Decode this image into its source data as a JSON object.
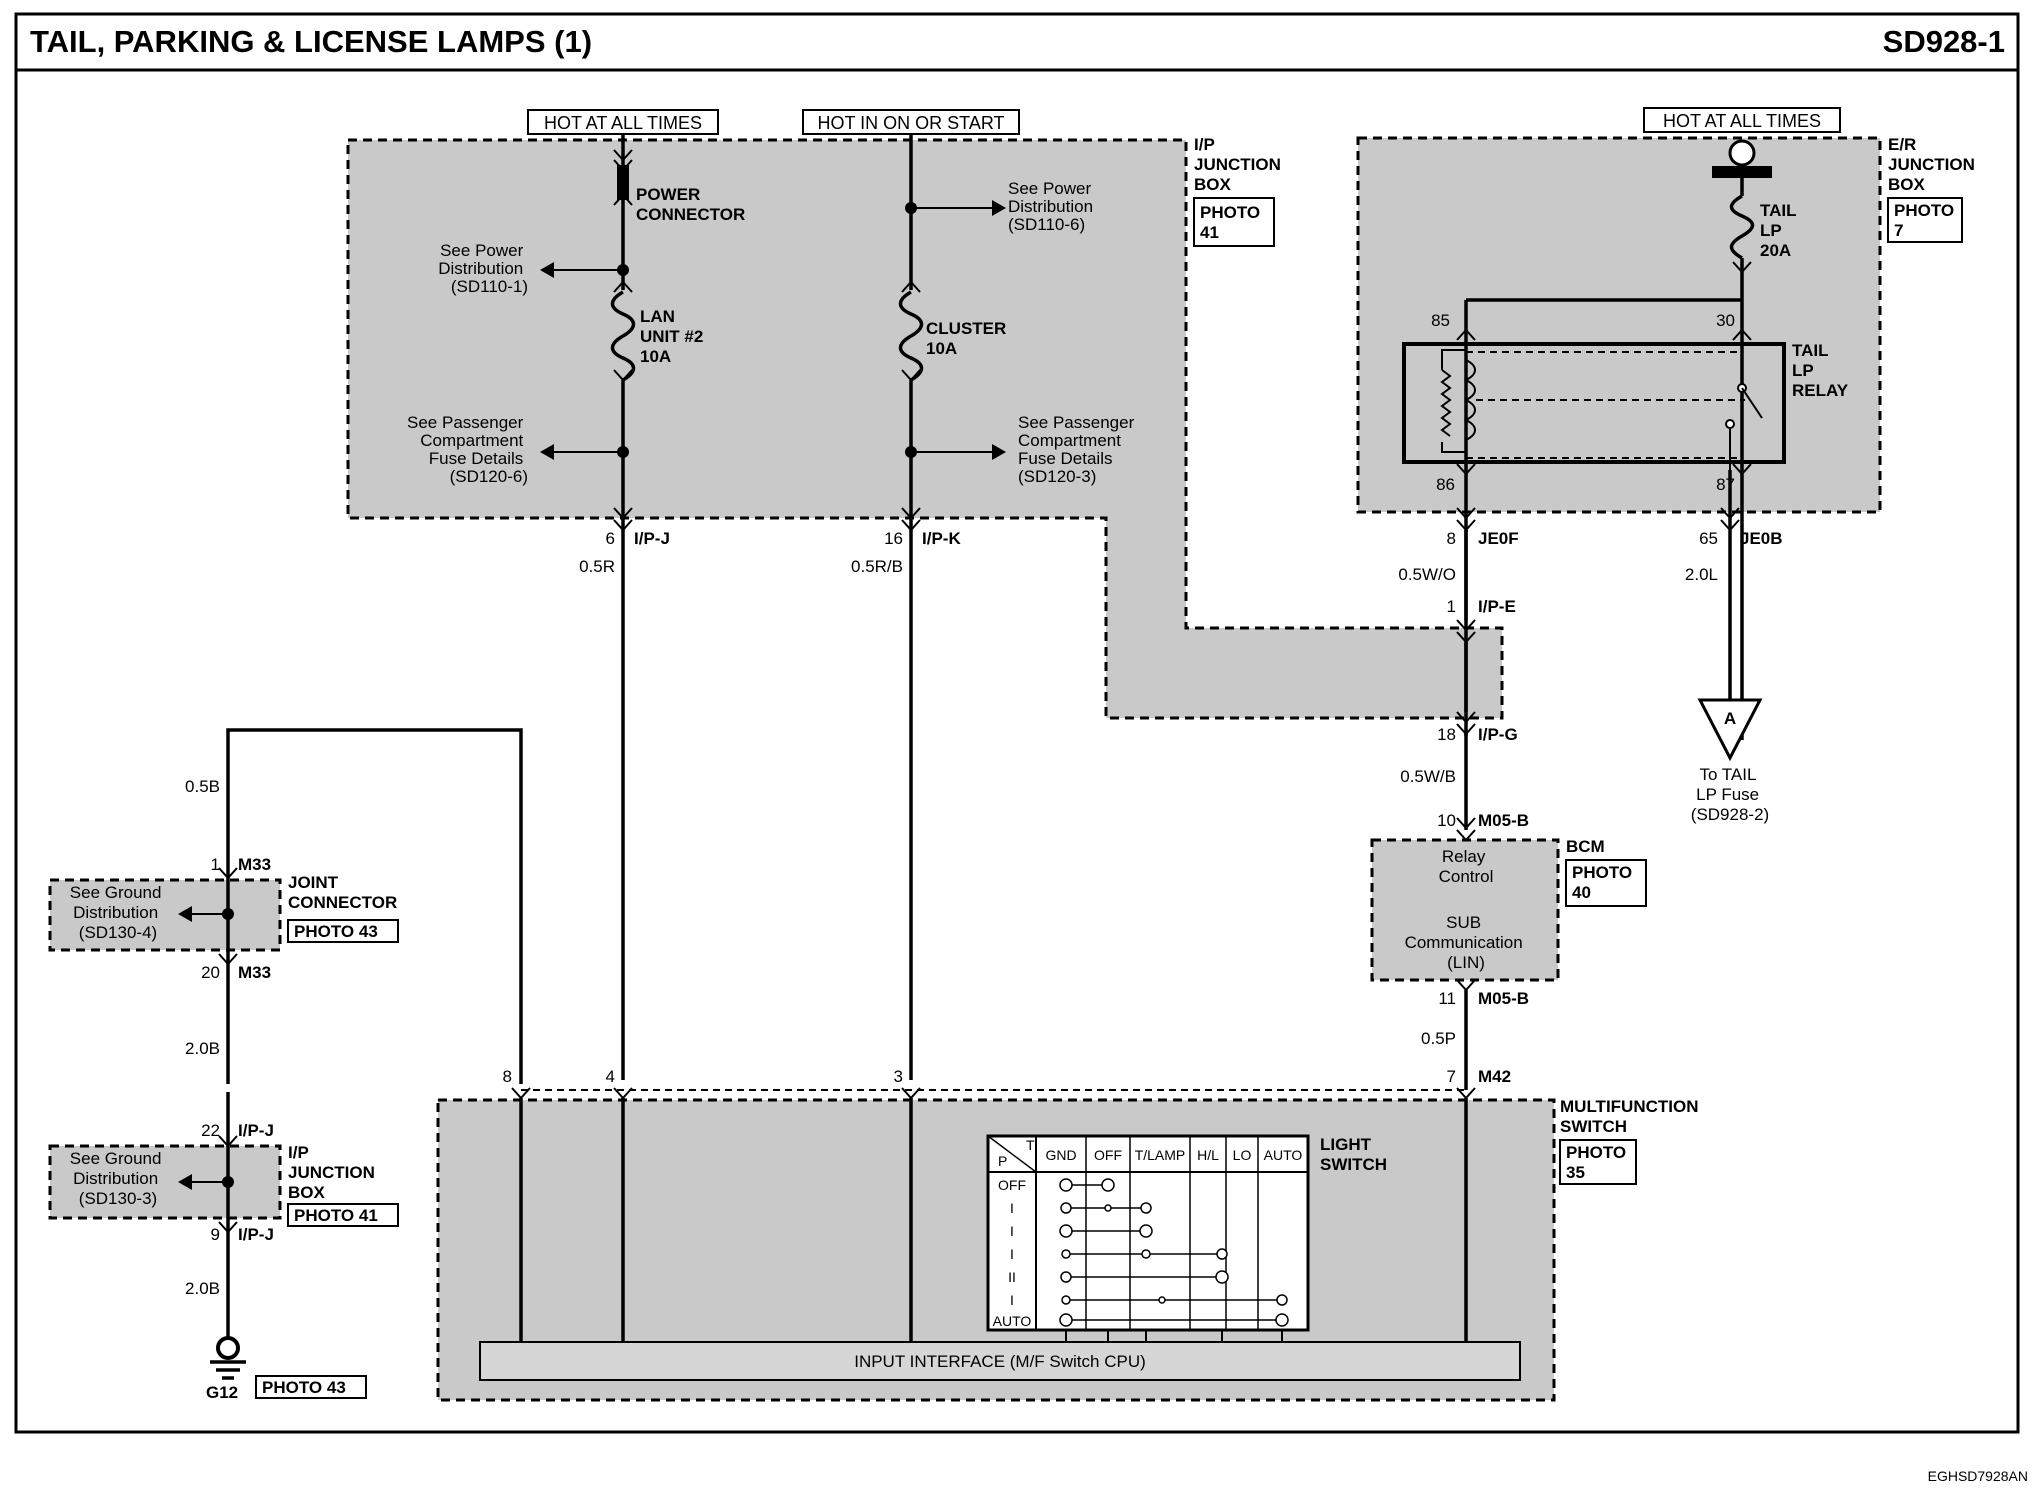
{
  "header": {
    "title": "TAIL, PARKING & LICENSE LAMPS (1)",
    "code": "SD928-1"
  },
  "footer_code": "EGHSD7928AN",
  "hot_labels": {
    "hot_all_1": "HOT AT ALL TIMES",
    "hot_on_start": "HOT IN ON OR START",
    "hot_all_2": "HOT AT ALL TIMES"
  },
  "ip_junction_box": {
    "name_lines": [
      "I/P",
      "JUNCTION",
      "BOX"
    ],
    "photo_lines": [
      "PHOTO",
      "41"
    ],
    "power_connector_lines": [
      "POWER",
      "CONNECTOR"
    ],
    "see_power_left_lines": [
      "See Power",
      "Distribution",
      "(SD110-1)"
    ],
    "see_power_right_lines": [
      "See Power",
      "Distribution",
      "(SD110-6)"
    ],
    "lan_fuse_lines": [
      "LAN",
      "UNIT #2",
      "10A"
    ],
    "cluster_fuse_lines": [
      "CLUSTER",
      "10A"
    ],
    "see_pass_left_lines": [
      "See Passenger",
      "Compartment",
      "Fuse Details",
      "(SD120-6)"
    ],
    "see_pass_right_lines": [
      "See Passenger",
      "Compartment",
      "Fuse Details",
      "(SD120-3)"
    ]
  },
  "er_junction_box": {
    "name_lines": [
      "E/R",
      "JUNCTION",
      "BOX"
    ],
    "photo_lines": [
      "PHOTO",
      "7"
    ],
    "fuse_lines": [
      "TAIL",
      "LP",
      "20A"
    ],
    "relay_lines": [
      "TAIL",
      "LP",
      "RELAY"
    ],
    "pin_85": "85",
    "pin_30": "30",
    "pin_86": "86",
    "pin_87": "87"
  },
  "connectors": {
    "ipj_pin": "6",
    "ipj_name": "I/P-J",
    "wire_05R": "0.5R",
    "ipk_pin": "16",
    "ipk_name": "I/P-K",
    "wire_05RB": "0.5R/B",
    "je0f_pin": "8",
    "je0f_name": "JE0F",
    "wire_05WO": "0.5W/O",
    "ipe_pin": "1",
    "ipe_name": "I/P-E",
    "ipg_pin": "18",
    "ipg_name": "I/P-G",
    "wire_05WB": "0.5W/B",
    "m05b_pin_top": "10",
    "m05b_name_top": "M05-B",
    "m05b_pin_bot": "11",
    "m05b_name_bot": "M05-B",
    "wire_05P": "0.5P",
    "m42_pin": "7",
    "m42_name": "M42",
    "je0b_pin": "65",
    "je0b_name": "JE0B",
    "wire_20L": "2.0L",
    "mfs_pin8": "8",
    "mfs_pin4": "4",
    "mfs_pin3": "3",
    "wire_05B": "0.5B",
    "m33_pin_top": "1",
    "m33_name_top": "M33",
    "m33_pin_bot": "20",
    "m33_name_bot": "M33",
    "wire_20B_1": "2.0B",
    "ipj2_pin_top": "22",
    "ipj2_name_top": "I/P-J",
    "ipj2_pin_bot": "9",
    "ipj2_name_bot": "I/P-J",
    "wire_20B_2": "2.0B",
    "ground": "G12"
  },
  "offpage": {
    "letter": "A",
    "text_lines": [
      "To TAIL",
      "LP Fuse",
      "(SD928-2)"
    ]
  },
  "bcm": {
    "name": "BCM",
    "photo_lines": [
      "PHOTO",
      "40"
    ],
    "relay_control_lines": [
      "Relay",
      "Control"
    ],
    "sub_comm_lines": [
      "SUB",
      "Communication",
      "(LIN)"
    ]
  },
  "joint_connector": {
    "name_lines": [
      "JOINT",
      "CONNECTOR"
    ],
    "photo": "PHOTO 43",
    "see_ground_lines": [
      "See Ground",
      "Distribution",
      "(SD130-4)"
    ]
  },
  "ip_junction_box_2": {
    "name_lines": [
      "I/P",
      "JUNCTION",
      "BOX"
    ],
    "photo": "PHOTO 41",
    "see_ground_lines": [
      "See Ground",
      "Distribution",
      "(SD130-3)"
    ]
  },
  "ground_photo": "PHOTO 43",
  "multifunction_switch": {
    "name_lines": [
      "MULTIFUNCTION",
      "SWITCH"
    ],
    "photo_lines": [
      "PHOTO",
      "35"
    ],
    "light_switch_lines": [
      "LIGHT",
      "SWITCH"
    ],
    "table_corner_p": "P",
    "table_corner_t": "T",
    "table_headers": [
      "GND",
      "OFF",
      "T/LAMP",
      "H/L",
      "LO",
      "AUTO"
    ],
    "table_rows": [
      "OFF",
      "I",
      "I",
      "I",
      "II",
      "I",
      "AUTO"
    ],
    "input_interface": "INPUT INTERFACE (M/F Switch CPU)"
  }
}
